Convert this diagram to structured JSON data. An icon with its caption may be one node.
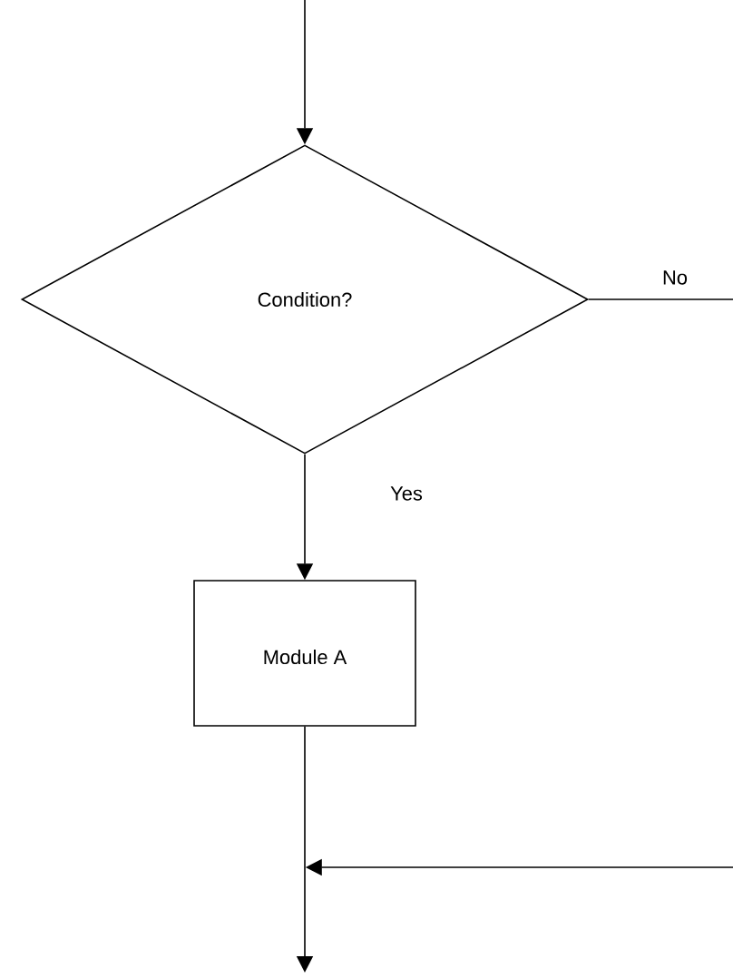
{
  "diagram": {
    "nodes": [
      {
        "text": [
          "Condition?"
        ]
      },
      {
        "text": [
          "Module A"
        ]
      }
    ],
    "edges": [
      {
        "from": null,
        "to": 0,
        "arrow": "to"
      },
      {
        "from": 0,
        "to": null,
        "arrow": "none",
        "label": "No"
      },
      {
        "from": 0,
        "to": 1,
        "arrow": "to",
        "label": "Yes"
      },
      {
        "from": 1,
        "to": null,
        "arrow": "to"
      }
    ]
  }
}
